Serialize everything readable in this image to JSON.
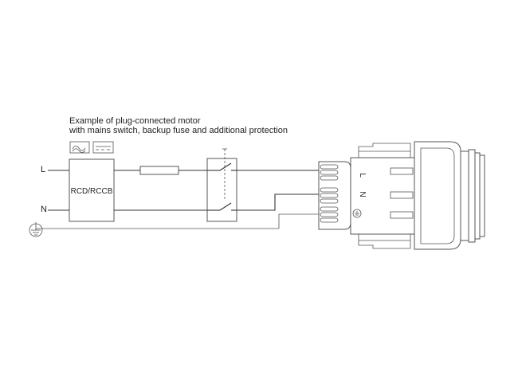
{
  "caption": {
    "line1": "Example of plug-connected motor",
    "line2": "with mains switch, backup fuse and additional protection"
  },
  "terminals": {
    "line": "L",
    "neutral": "N"
  },
  "rcd": {
    "label": "RCD/RCCB"
  },
  "connector": {
    "pin_l": "L",
    "pin_n": "N"
  },
  "icons": {
    "ac_symbol": "ac-sine-icon",
    "dc_symbol": "dc-pulse-icon",
    "ground": "earth-ground-icon",
    "connector_ground": "protective-earth-icon"
  },
  "colors": {
    "line": "#333333",
    "light": "#888888"
  }
}
